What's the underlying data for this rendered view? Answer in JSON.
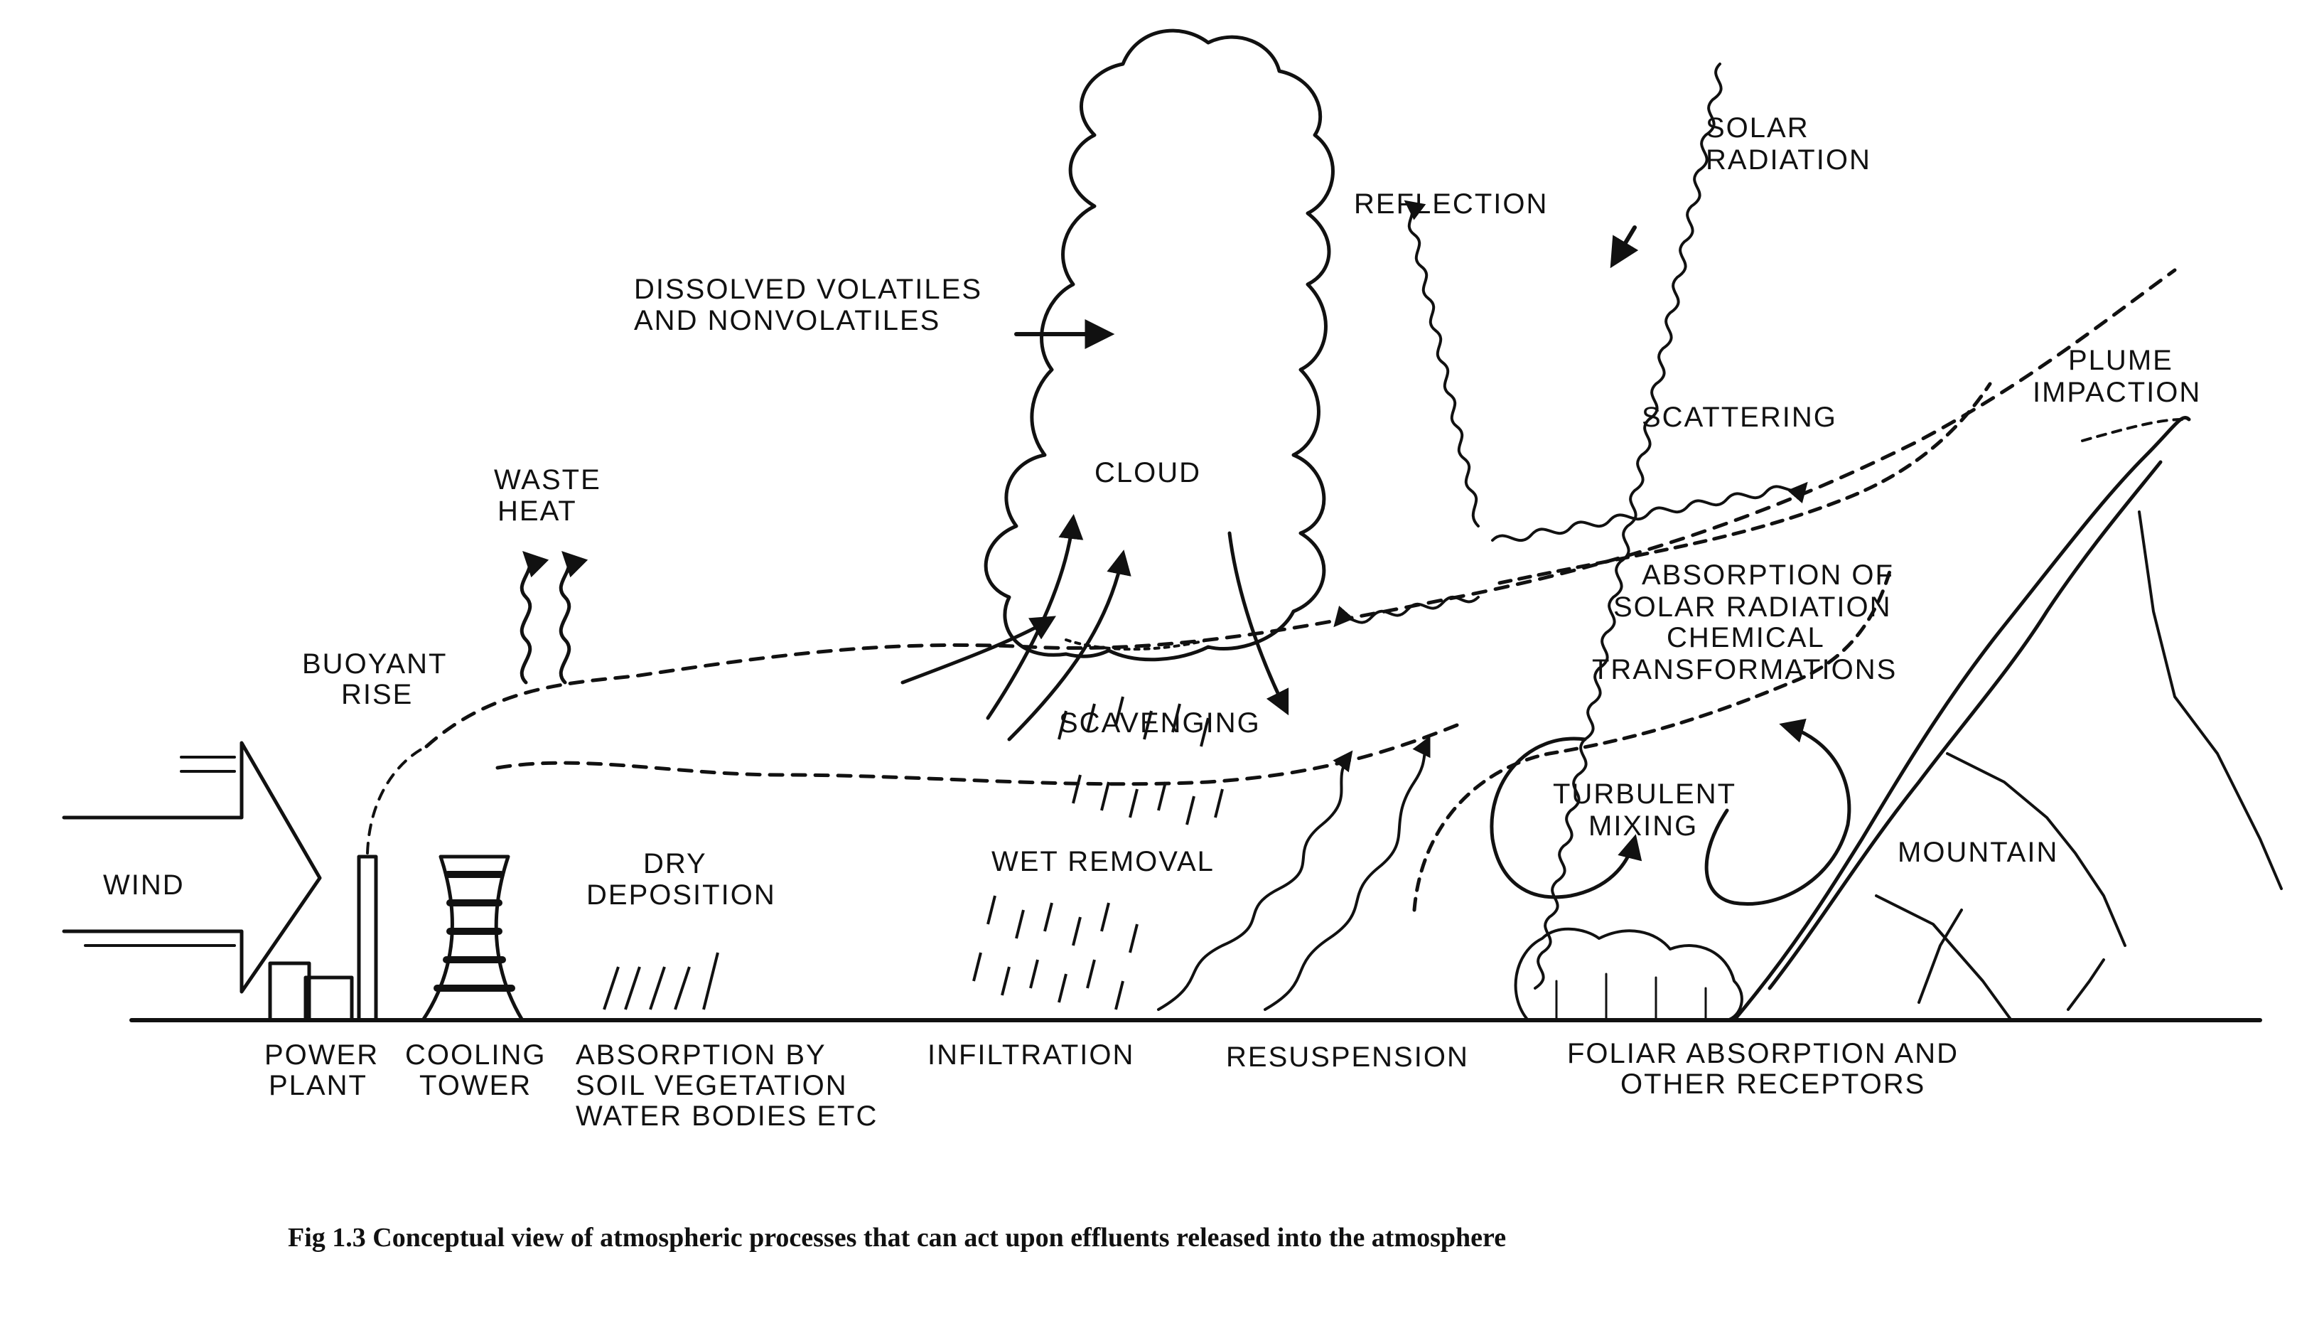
{
  "labels": {
    "wind": "WIND",
    "buoyant_rise": [
      "BUOYANT",
      "RISE"
    ],
    "waste_heat": [
      "WASTE",
      "HEAT"
    ],
    "dissolved": [
      "DISSOLVED VOLATILES",
      "AND NONVOLATILES"
    ],
    "cloud": "CLOUD",
    "reflection": "REFLECTION",
    "solar_radiation": [
      "SOLAR",
      "RADIATION"
    ],
    "scattering": "SCATTERING",
    "plume_impaction": [
      "PLUME",
      "IMPACTION"
    ],
    "absorption_solar": [
      "ABSORPTION OF",
      "SOLAR RADIATION",
      "CHEMICAL",
      "TRANSFORMATIONS"
    ],
    "scavenging": "SCAVENGING",
    "turbulent_mixing": [
      "TURBULENT",
      "MIXING"
    ],
    "dry_deposition": [
      "DRY",
      "DEPOSITION"
    ],
    "wet_removal": "WET REMOVAL",
    "mountain": "MOUNTAIN",
    "power_plant": [
      "POWER",
      "PLANT"
    ],
    "cooling_tower": [
      "COOLING",
      "TOWER"
    ],
    "absorption_soil": [
      "ABSORPTION BY",
      "SOIL VEGETATION",
      "WATER BODIES ETC"
    ],
    "infiltration": "INFILTRATION",
    "resuspension": "RESUSPENSION",
    "foliar": [
      "FOLIAR ABSORPTION AND",
      "OTHER RECEPTORS"
    ]
  },
  "caption": "Fig 1.3 Conceptual view of atmospheric processes that can act upon effluents released into the atmosphere"
}
